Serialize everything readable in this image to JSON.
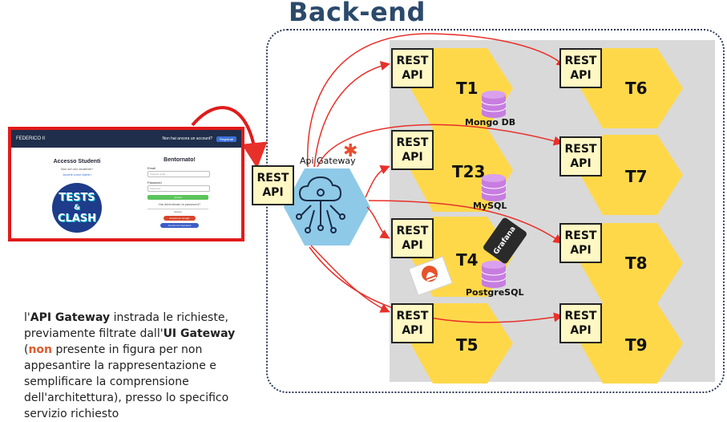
{
  "title": "Back-end",
  "gateway": {
    "label": "Api Gateway",
    "rest_line1": "REST",
    "rest_line2": "API"
  },
  "services": [
    {
      "id": "T1",
      "rest_line1": "REST",
      "rest_line2": "API"
    },
    {
      "id": "T23",
      "rest_line1": "REST",
      "rest_line2": "API"
    },
    {
      "id": "T4",
      "rest_line1": "REST",
      "rest_line2": "API"
    },
    {
      "id": "T5",
      "rest_line1": "REST",
      "rest_line2": "API"
    },
    {
      "id": "T6",
      "rest_line1": "REST",
      "rest_line2": "API"
    },
    {
      "id": "T7",
      "rest_line1": "REST",
      "rest_line2": "API"
    },
    {
      "id": "T8",
      "rest_line1": "REST",
      "rest_line2": "API"
    },
    {
      "id": "T9",
      "rest_line1": "REST",
      "rest_line2": "API"
    }
  ],
  "databases": [
    {
      "name": "Mongo DB"
    },
    {
      "name": "MySQL"
    },
    {
      "name": "PostgreSQL"
    }
  ],
  "tools": [
    "Grafana",
    "Prometheus"
  ],
  "embedded_screenshot": {
    "brand": "FEDERICO II",
    "nav_link": "Non hai ancora un account?",
    "nav_button": "Registrati",
    "left_title": "Accesso Studenti",
    "left_sub": "Non sei uno studente?",
    "left_link": "Accedi come Admin",
    "logo_line1": "TESTS",
    "logo_line2": "&",
    "logo_line3": "CLASH",
    "right_title": "Bentornato!",
    "email_label": "Email",
    "email_placeholder": "Inserisci email",
    "password_label": "Password",
    "password_placeholder": "Password",
    "login_button": "Accedi",
    "forgot": "Hai dimenticato la password?",
    "divider": "Oppure",
    "google_button": "Accedi con Google",
    "facebook_button": "Accedi con Facebook"
  },
  "description": {
    "p1": "l'",
    "b1": "API Gateway",
    "p2": " instrada le richieste, previamente filtrate dall'",
    "b2": "UI Gateway",
    "p3": " (",
    "red": "non",
    "p4": " presente in figura per non appesantire la rappresentazione e semplificare la comprensione dell'architettura), presso lo specifico servizio richiesto"
  },
  "colors": {
    "hex_yellow": "#ffd84a",
    "gateway_blue": "#8ec9e8",
    "arrow_red": "#e8302a",
    "db_purple": "#c77de0",
    "title_blue": "#2b4a6b"
  }
}
